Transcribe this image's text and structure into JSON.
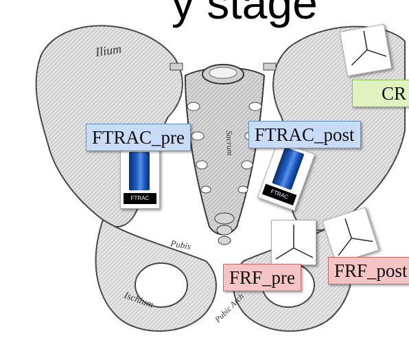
{
  "title": "y stage",
  "labels": {
    "ftrac_pre": "FTRAC_pre",
    "ftrac_post": "FTRAC_post",
    "frf_pre": "FRF_pre",
    "frf_post": "FRF_post",
    "cr": "CR"
  },
  "anatomy_labels": {
    "ilium": "Ilium",
    "sacrum": "Sacrum",
    "pubis": "Pubis",
    "ischium": "Ischium",
    "pubic_arch": "Pubic Arch"
  },
  "fiducial_tags": {
    "left": "FTRAC",
    "right": "FTRAC"
  },
  "colors": {
    "ftrac_box": "#c9dcf5",
    "frf_box": "#f5c5c5",
    "cr_box": "#dff2bf"
  }
}
